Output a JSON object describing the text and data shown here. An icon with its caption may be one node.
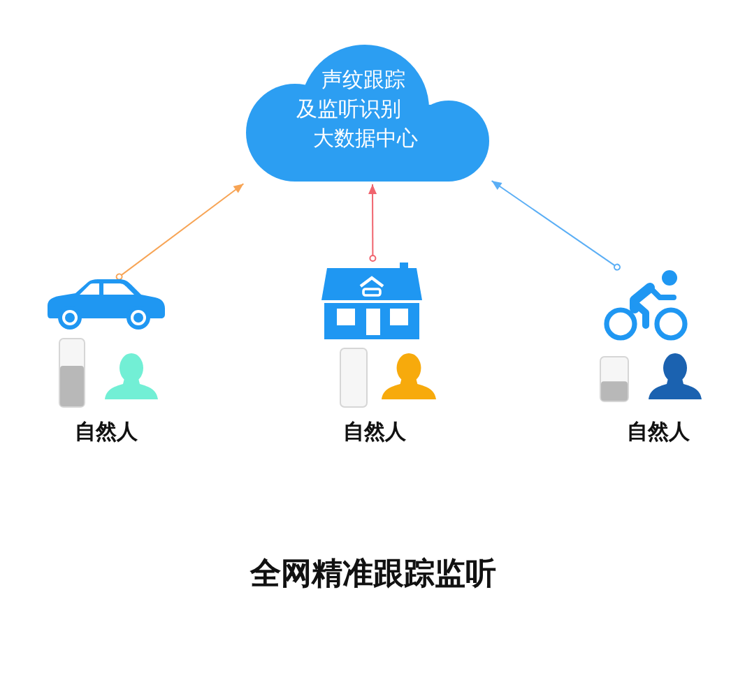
{
  "diagram": {
    "caption": "全网精准跟踪监听",
    "nodes": [
      {
        "text": [
          "声纹跟踪及监听识别大数据中心"
        ]
      },
      {
        "text": [],
        "shape": "picture"
      },
      {
        "text": [],
        "shape": "picture"
      },
      {
        "text": [],
        "shape": "picture"
      }
    ],
    "edges": [
      {
        "from": 1,
        "to": 0,
        "arrow": "to",
        "color": "#f7a455"
      },
      {
        "from": 2,
        "to": 0,
        "arrow": "to",
        "color": "#f0646e"
      },
      {
        "from": 3,
        "to": 0,
        "arrow": "to",
        "color": "#5aaef5"
      }
    ],
    "labels": [
      "自然人",
      "自然人",
      "自然人"
    ]
  }
}
